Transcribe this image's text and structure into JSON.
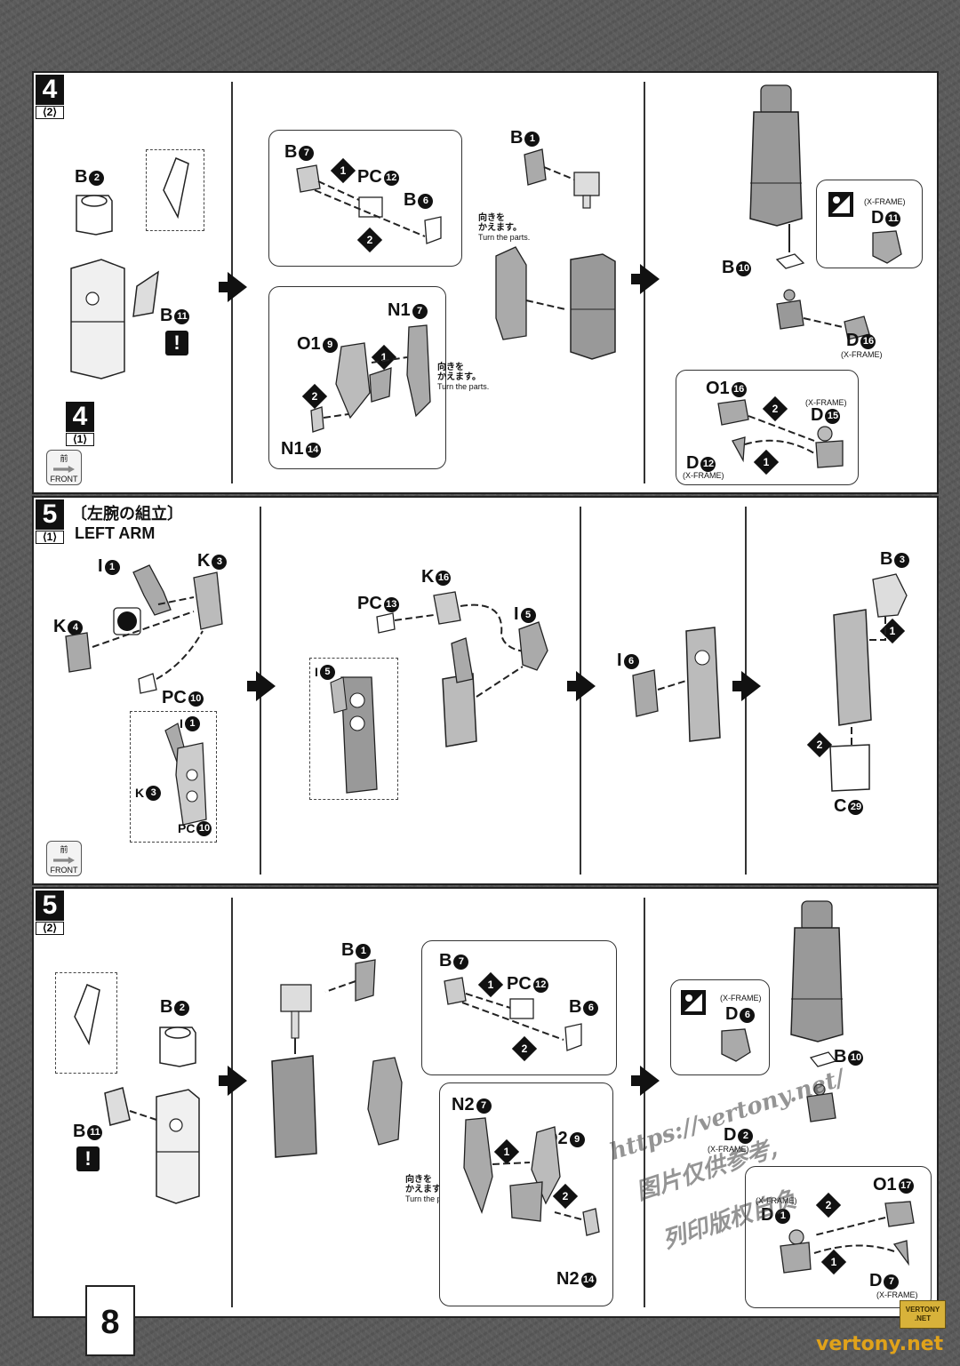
{
  "page": {
    "number": "8"
  },
  "steps": {
    "s4": {
      "num": "4",
      "sub": "⟨2⟩",
      "ref_num": "4",
      "ref_sub": "⟨1⟩"
    },
    "s5a": {
      "num": "5",
      "sub": "⟨1⟩",
      "title_jp": "〔左腕の組立〕",
      "title_en": "LEFT ARM"
    },
    "s5b": {
      "num": "5",
      "sub": "⟨2⟩"
    }
  },
  "front_badge": {
    "kanji": "前",
    "label": "FRONT"
  },
  "turn_note": {
    "jp1": "向きを",
    "jp2": "かえます。",
    "en": "Turn the parts."
  },
  "xframe": "(X-FRAME)",
  "warn": "!",
  "s4_labels": {
    "b2": "B",
    "b2n": "2",
    "b11": "B",
    "b11n": "11",
    "b7": "B",
    "b7n": "7",
    "pc12": "PC",
    "pc12n": "12",
    "b6": "B",
    "b6n": "6",
    "b1": "B",
    "b1n": "1",
    "n17": "N1",
    "n17n": "7",
    "o19": "O1",
    "o19n": "9",
    "n114": "N1",
    "n114n": "14",
    "b10": "B",
    "b10n": "10",
    "d11": "D",
    "d11n": "11",
    "d16": "D",
    "d16n": "16",
    "o116": "O1",
    "o116n": "16",
    "d15": "D",
    "d15n": "15",
    "d12": "D",
    "d12n": "12"
  },
  "s5a_labels": {
    "i1": "I",
    "i1n": "1",
    "k3": "K",
    "k3n": "3",
    "k4": "K",
    "k4n": "4",
    "pc10": "PC",
    "pc10n": "10",
    "k16": "K",
    "k16n": "16",
    "pc13": "PC",
    "pc13n": "13",
    "i5": "I",
    "i5n": "5",
    "i6": "I",
    "i6n": "6",
    "b3": "B",
    "b3n": "3",
    "c29": "C",
    "c29n": "29"
  },
  "s5b_labels": {
    "b1": "B",
    "b1n": "1",
    "b2": "B",
    "b2n": "2",
    "b11": "B",
    "b11n": "11",
    "b7": "B",
    "b7n": "7",
    "pc12": "PC",
    "pc12n": "12",
    "b6": "B",
    "b6n": "6",
    "n27": "N2",
    "n27n": "7",
    "o29": "O2",
    "o29n": "9",
    "n214": "N2",
    "n214n": "14",
    "d6": "D",
    "d6n": "6",
    "b10": "B",
    "b10n": "10",
    "d2": "D",
    "d2n": "2",
    "o117": "O1",
    "o117n": "17",
    "d1": "D",
    "d1n": "1",
    "d7": "D",
    "d7n": "7"
  },
  "seq": {
    "one": "1",
    "two": "2"
  },
  "watermark": {
    "line1": "https://vertony.net/",
    "line2": "图片仅供参考,",
    "line3": "列印版权自负"
  },
  "footer": {
    "logo": "VERTONY .NET",
    "site": "vertony.net"
  }
}
